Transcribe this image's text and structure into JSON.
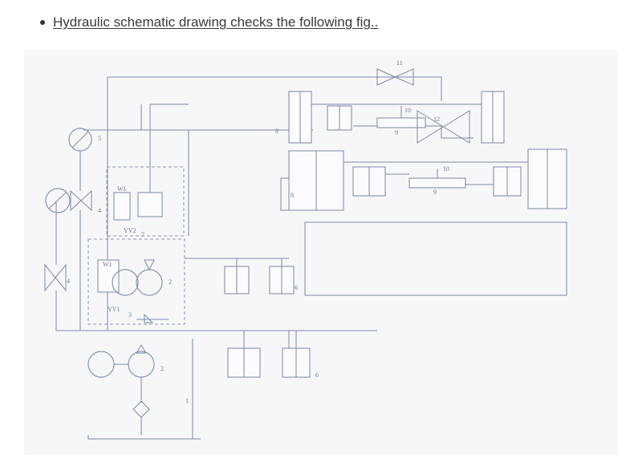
{
  "bullet": {
    "link_text": "Hydraulic schematic drawing checks the following fig.."
  },
  "diagram": {
    "labels": {
      "l1": "1",
      "l2": "2",
      "l2b": "2",
      "l3": "3",
      "l4a": "4",
      "l4b": "4",
      "l5": "5",
      "l6a": "6",
      "l6b": "6",
      "l7": "7",
      "l8a": "8",
      "l8b": "8",
      "l9a": "9",
      "l9b": "9",
      "l10a": "10",
      "l10b": "10",
      "l11": "11",
      "l12": "12",
      "w1a": "W1",
      "w1b": "W1",
      "yv1": "YV1",
      "yv2": "YV2"
    }
  }
}
